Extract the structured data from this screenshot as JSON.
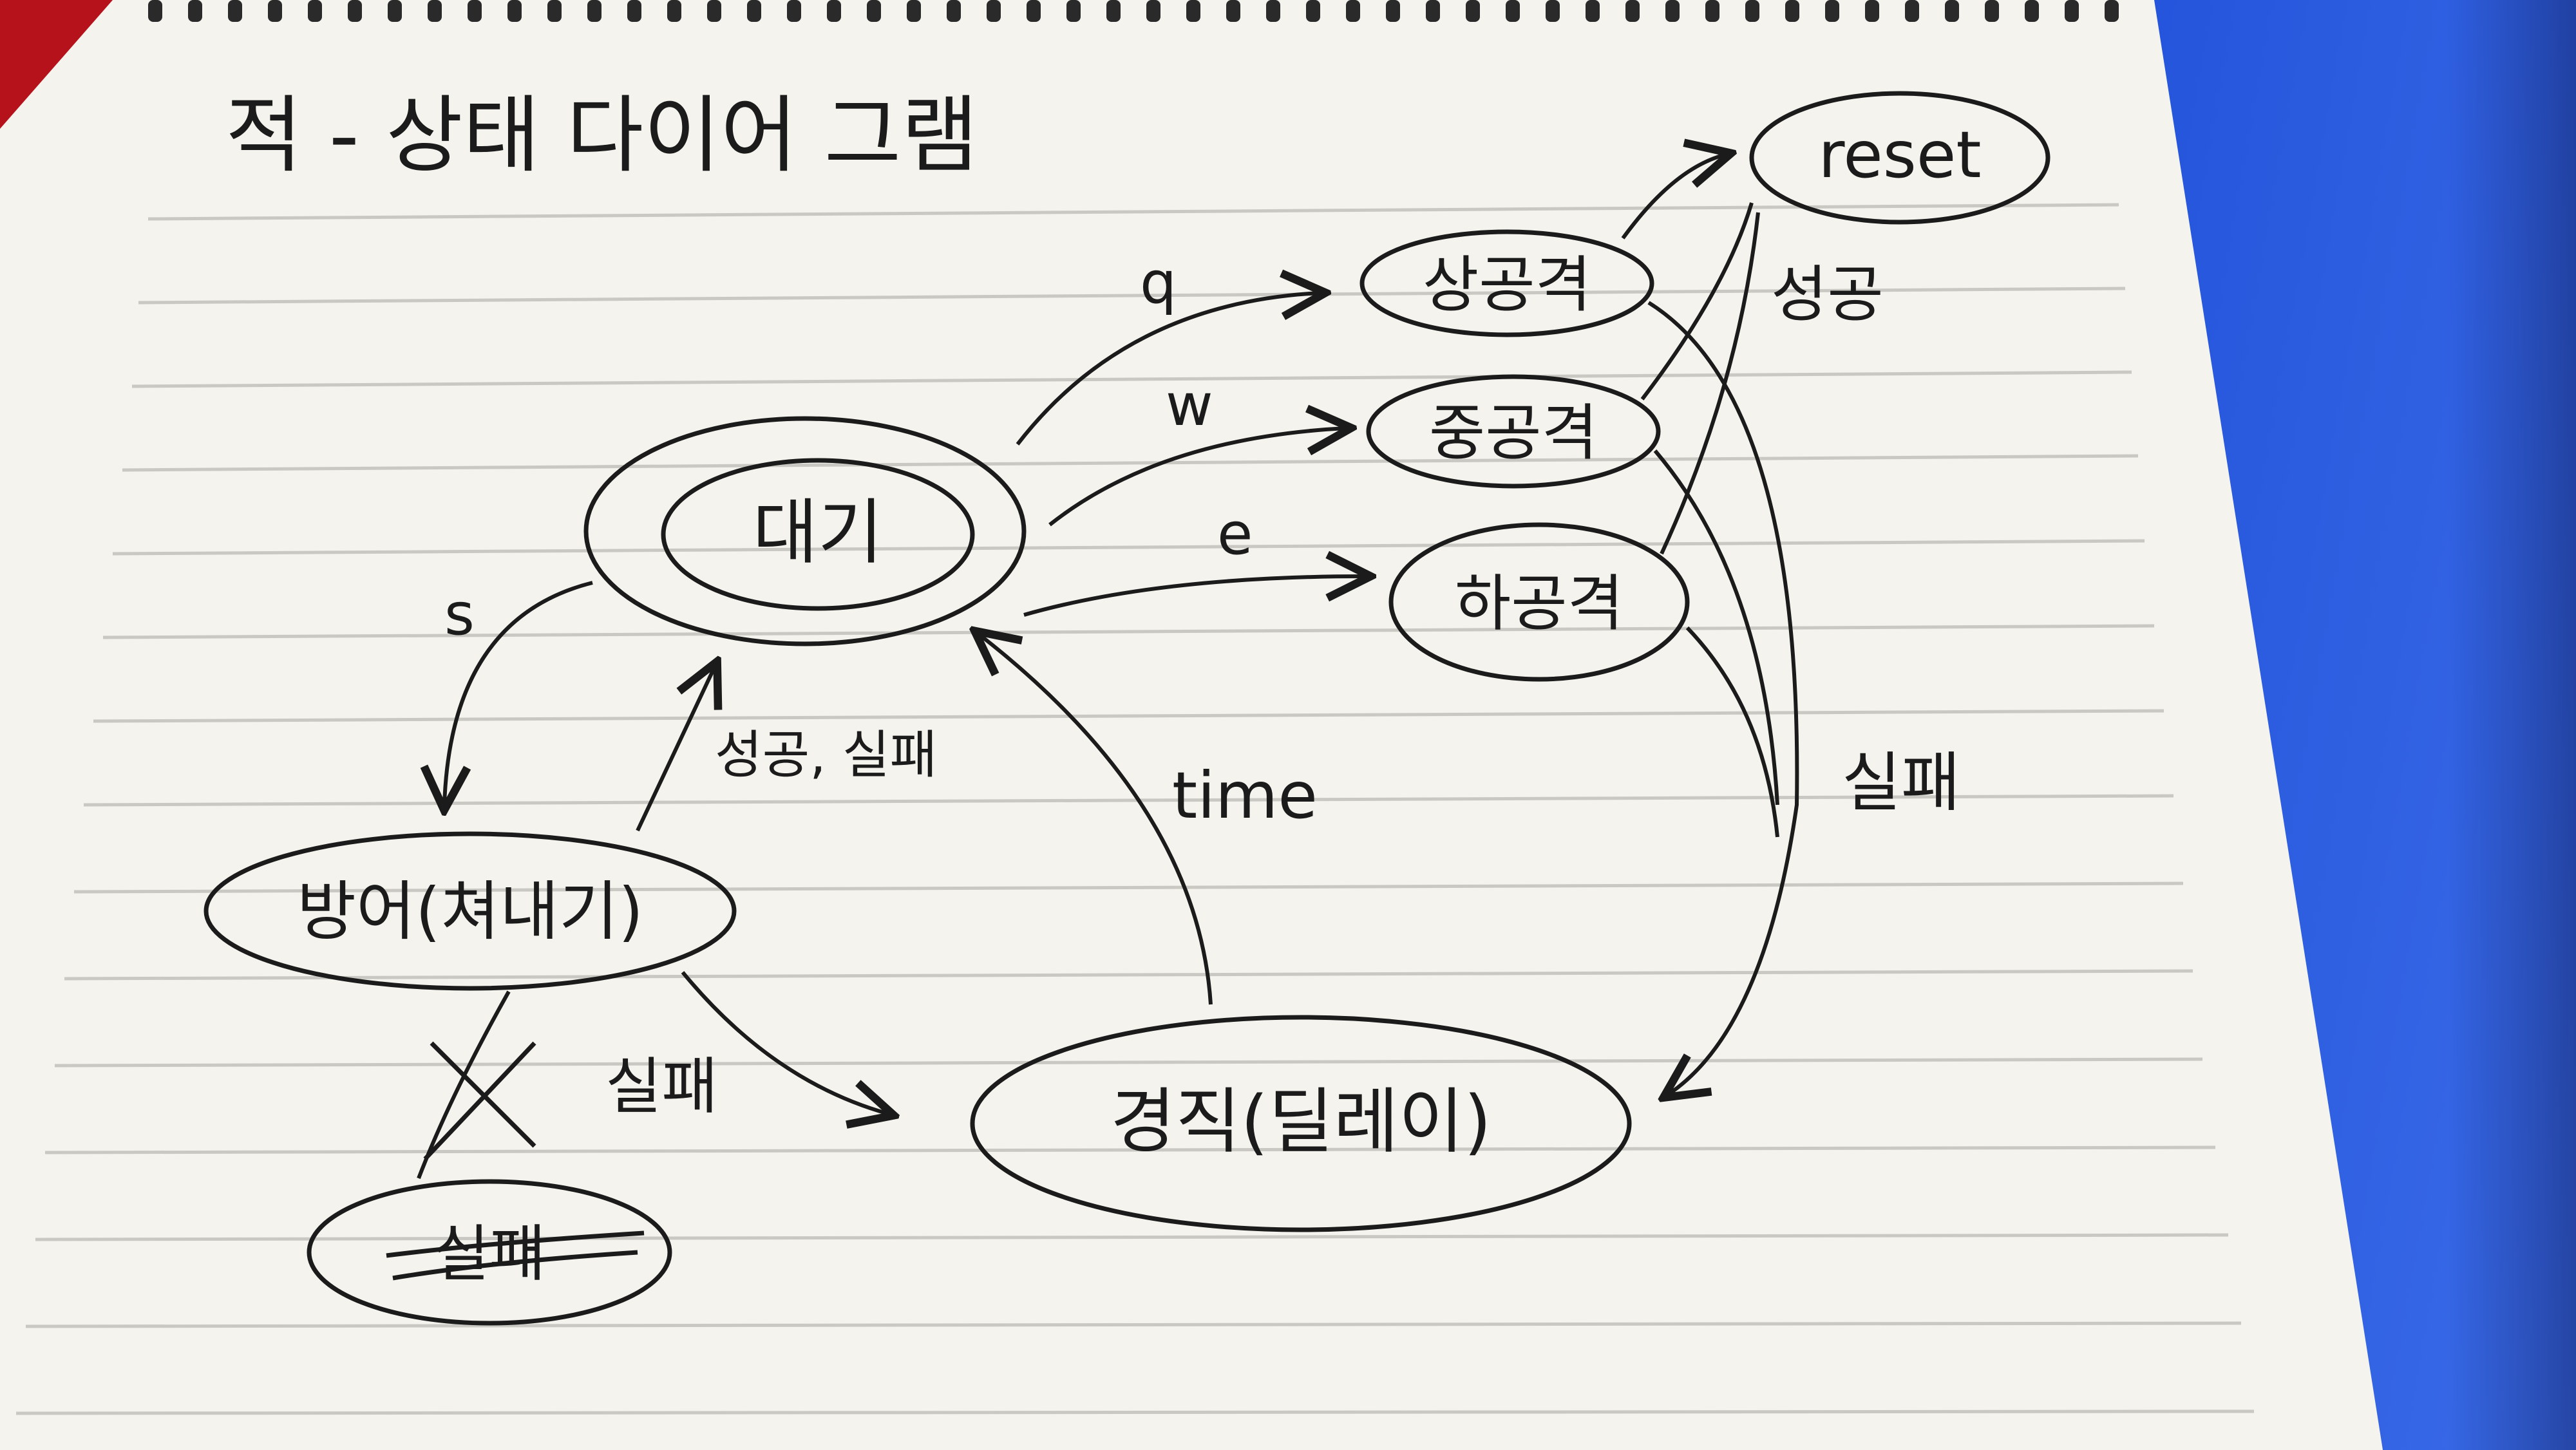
{
  "title": "적 - 상태 다이어 그램",
  "states": {
    "idle": "대기",
    "defense": "방어(쳐내기)",
    "fail_struck": "실패",
    "stun": "경직(딜레이)",
    "upper": "상공격",
    "middle": "중공격",
    "lower": "하공격",
    "reset": "reset"
  },
  "transitions": {
    "q": "q",
    "w": "w",
    "e": "e",
    "s": "s",
    "success_fail": "성공, 실패",
    "time": "time",
    "defense_fail": "실패",
    "attack_success": "성공",
    "attack_fail": "실패"
  },
  "colors": {
    "ink": "#1b1b1b",
    "paper": "#f4f3ee",
    "rule": "#c9c8c3"
  }
}
